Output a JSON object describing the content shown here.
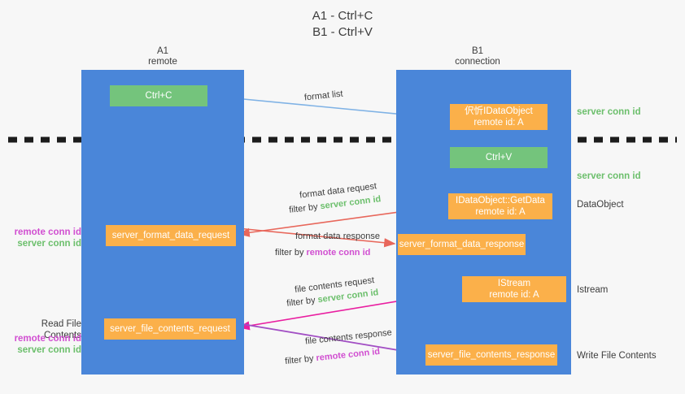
{
  "title": {
    "line1": "A1 - Ctrl+C",
    "line2": "B1 - Ctrl+V"
  },
  "lanes": [
    {
      "name": "A1",
      "sub": "remote"
    },
    {
      "name": "B1",
      "sub": "connection"
    }
  ],
  "nodes": {
    "ctrl_c": {
      "label": "Ctrl+C"
    },
    "idataobject": {
      "line1": "伬忻IDataObject",
      "line2": "remote id: A"
    },
    "ctrl_v": {
      "label": "Ctrl+V"
    },
    "getdata": {
      "line1": "IDataObject::GetData",
      "line2": "remote id: A"
    },
    "format_data_request": {
      "label": "server_format_data_request"
    },
    "format_data_response": {
      "label": "server_format_data_response"
    },
    "istream": {
      "line1": "IStream",
      "line2": "remote id: A"
    },
    "file_contents_request": {
      "label": "server_file_contents_request"
    },
    "file_contents_response": {
      "label": "server_file_contents_response"
    }
  },
  "captions": {
    "format_list": "format list",
    "format_data_request": "format data request",
    "format_data_request_filter_prefix": "filter by ",
    "format_data_request_filter_value": "server conn id",
    "format_data_response": "format data response",
    "format_data_response_filter_prefix": "filter by ",
    "format_data_response_filter_value": "remote conn id",
    "file_contents_request": "file contents request",
    "file_contents_request_filter_prefix": "filter by ",
    "file_contents_request_filter_value": "server conn id",
    "file_contents_response": "file contents response",
    "file_contents_response_filter_prefix": "filter by ",
    "file_contents_response_filter_value": "remote conn id"
  },
  "side_labels": {
    "server_conn_id_top": "server conn id",
    "server_conn_id_mid": "server conn id",
    "dataobject": "DataObject",
    "istream": "Istream",
    "write_file_contents": "Write File Contents",
    "left_remote_conn_id_1": "remote conn id",
    "left_server_conn_id_1": "server conn id",
    "read_file_contents": "Read File Contents",
    "left_remote_conn_id_2": "remote conn id",
    "left_server_conn_id_2": "server conn id"
  },
  "colors": {
    "lane": "#4a86d9",
    "green_node": "#74c47c",
    "orange_node": "#fbb04a",
    "green_text": "#6cbf6c",
    "magenta_text": "#d14fd1",
    "light_blue_arrow": "#7fb2e5",
    "red_arrow": "#e8675b",
    "pink_arrow": "#e91ea0",
    "purple_arrow": "#a24fc4",
    "black_arrow": "#000000",
    "background": "#f7f7f7"
  }
}
